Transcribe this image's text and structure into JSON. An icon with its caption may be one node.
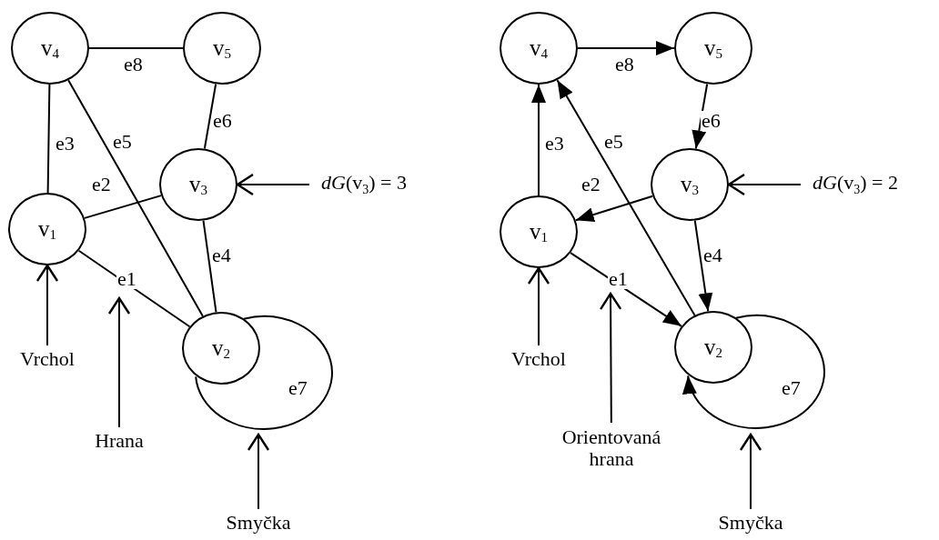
{
  "diagram": {
    "nodes": [
      {
        "text": [
          "v$_{4}$"
        ]
      },
      {
        "text": [
          "v$_{5}$"
        ]
      },
      {
        "text": [
          "v$_{3}$"
        ]
      },
      {
        "text": [
          "v$_{1}$"
        ]
      },
      {
        "text": [
          "v$_{2}$"
        ]
      },
      {
        "text": [
          "*dG*(v$_{3}$)  = 3"
        ]
      },
      {
        "text": [
          "Vrchol"
        ]
      },
      {
        "text": [
          "Hrana"
        ]
      },
      {
        "text": [
          "Smyčka"
        ]
      },
      {
        "text": [
          "v$_{4}$"
        ]
      },
      {
        "text": [
          "v$_{5}$"
        ]
      },
      {
        "text": [
          "v$_{3}$"
        ]
      },
      {
        "text": [
          "v$_{1}$"
        ]
      },
      {
        "text": [
          "v$_{2}$"
        ]
      },
      {
        "text": [
          "*dG*(v$_{3}$)  = 2"
        ]
      },
      {
        "text": [
          "Vrchol"
        ]
      },
      {
        "text": [
          "Orientovaná hrana"
        ]
      },
      {
        "text": [
          "Smyčka"
        ]
      }
    ],
    "edges": [
      {
        "from": 0,
        "to": 1,
        "arrow": "none",
        "label": "e8"
      },
      {
        "from": 0,
        "to": 3,
        "arrow": "none",
        "label": "e3"
      },
      {
        "from": 0,
        "to": 4,
        "arrow": "none",
        "label": "e5"
      },
      {
        "from": 1,
        "to": 2,
        "arrow": "none",
        "label": "e6"
      },
      {
        "from": 3,
        "to": 2,
        "arrow": "none",
        "label": "e2"
      },
      {
        "from": 2,
        "to": 4,
        "arrow": "none",
        "label": "e4"
      },
      {
        "from": 3,
        "to": 4,
        "arrow": "none",
        "label": "e1"
      },
      {
        "from": 4,
        "to": 4,
        "arrow": "none",
        "label": "e7"
      },
      {
        "from": 5,
        "to": 2,
        "arrow": "to"
      },
      {
        "from": 6,
        "to": 3,
        "arrow": "to"
      },
      {
        "from": 7,
        "to": null,
        "arrow": "to"
      },
      {
        "from": 8,
        "to": null,
        "arrow": "to"
      },
      {
        "from": 9,
        "to": 10,
        "arrow": "to",
        "label": "e8"
      },
      {
        "from": 12,
        "to": 9,
        "arrow": "to",
        "label": "e3"
      },
      {
        "from": 13,
        "to": 9,
        "arrow": "to",
        "label": "e5"
      },
      {
        "from": 10,
        "to": 11,
        "arrow": "to",
        "label": "e6"
      },
      {
        "from": 11,
        "to": 12,
        "arrow": "to",
        "label": "e2"
      },
      {
        "from": 11,
        "to": 13,
        "arrow": "to",
        "label": "e4"
      },
      {
        "from": 12,
        "to": 13,
        "arrow": "to",
        "label": "e1"
      },
      {
        "from": 13,
        "to": 13,
        "arrow": "to",
        "label": "e7"
      },
      {
        "from": 14,
        "to": 11,
        "arrow": "to"
      },
      {
        "from": 15,
        "to": 12,
        "arrow": "to"
      },
      {
        "from": 16,
        "to": null,
        "arrow": "to"
      },
      {
        "from": 17,
        "to": null,
        "arrow": "to"
      }
    ]
  }
}
